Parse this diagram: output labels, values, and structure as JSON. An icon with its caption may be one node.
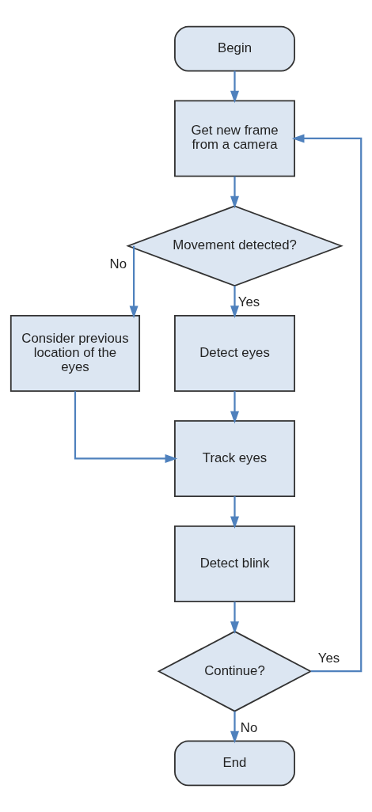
{
  "diagram": {
    "nodes": [
      {
        "text": [
          "Begin"
        ]
      },
      {
        "text": [
          "Get new frame from a camera"
        ]
      },
      {
        "text": [
          "Movement detected?"
        ]
      },
      {
        "text": [
          "Consider previous location of the eyes"
        ]
      },
      {
        "text": [
          "Detect eyes"
        ]
      },
      {
        "text": [
          "Track eyes"
        ]
      },
      {
        "text": [
          "Detect blink"
        ]
      },
      {
        "text": [
          "Continue?"
        ]
      },
      {
        "text": [
          "End"
        ]
      }
    ],
    "edges": [
      {
        "from": 0,
        "to": 1,
        "arrow": "to"
      },
      {
        "from": 1,
        "to": 2,
        "arrow": "to"
      },
      {
        "from": 2,
        "to": 3,
        "arrow": "to",
        "label": "No"
      },
      {
        "from": 2,
        "to": 4,
        "arrow": "to",
        "label": "Yes"
      },
      {
        "from": 3,
        "to": 5,
        "arrow": "to"
      },
      {
        "from": 4,
        "to": 5,
        "arrow": "to"
      },
      {
        "from": 5,
        "to": 6,
        "arrow": "to"
      },
      {
        "from": 6,
        "to": 7,
        "arrow": "to"
      },
      {
        "from": 7,
        "to": 1,
        "arrow": "to",
        "label": "Yes"
      },
      {
        "from": 7,
        "to": 8,
        "arrow": "to",
        "label": "No"
      }
    ]
  }
}
